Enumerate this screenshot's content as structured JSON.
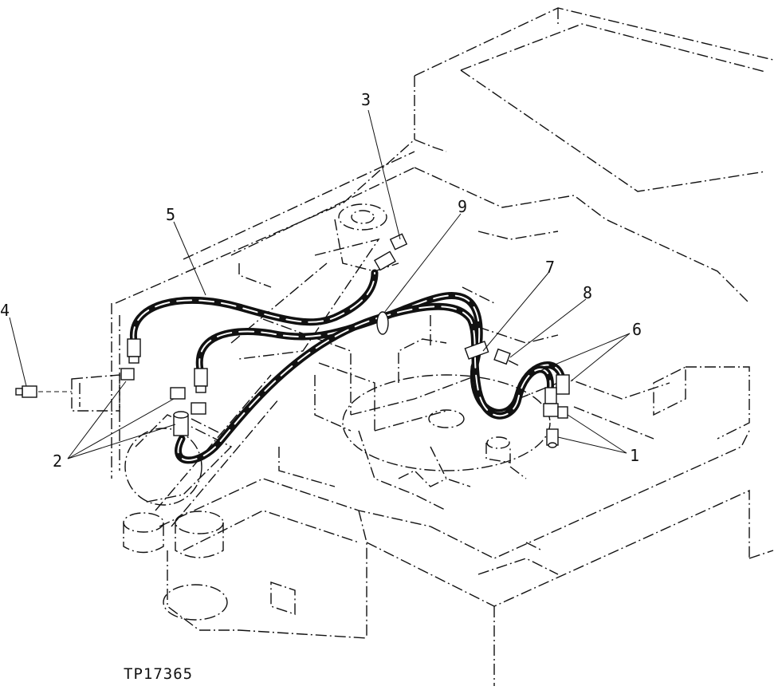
{
  "callouts": {
    "c1": "1",
    "c2": "2",
    "c3": "3",
    "c4": "4",
    "c5": "5",
    "c6": "6",
    "c7": "7",
    "c8": "8",
    "c9": "9"
  },
  "figure_ref": "TP17365"
}
